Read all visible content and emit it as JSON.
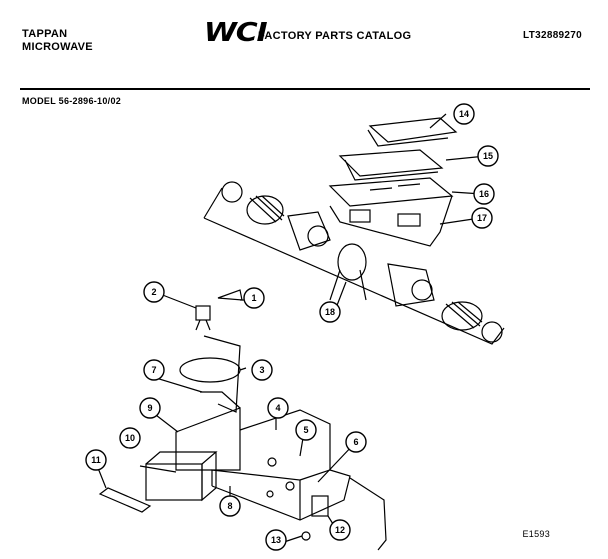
{
  "header": {
    "top_fragment": "— — — —",
    "brand_line1": "TAPPAN",
    "brand_line2": "MICROWAVE",
    "logo": "WCI",
    "catalog_title": "FACTORY PARTS CATALOG",
    "catalog_code": "LT32889270"
  },
  "model": "MODEL 56-2896-10/02",
  "figure_code": "E1593",
  "callouts": [
    "1",
    "2",
    "3",
    "4",
    "5",
    "6",
    "7",
    "8",
    "9",
    "10",
    "11",
    "12",
    "13",
    "14",
    "15",
    "16",
    "17",
    "18"
  ]
}
